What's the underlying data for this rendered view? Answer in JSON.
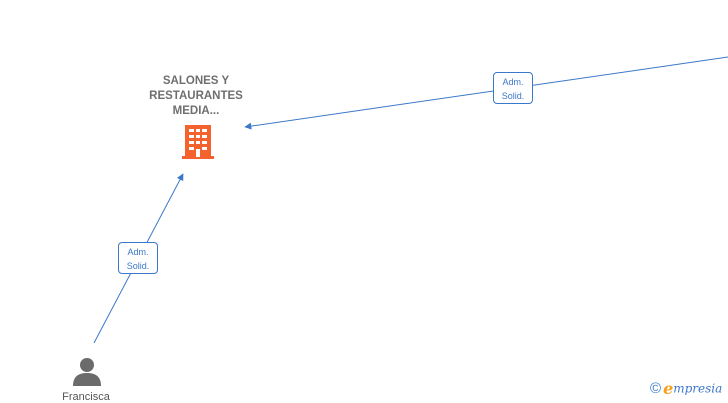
{
  "company": {
    "name": "SALONES Y RESTAURANTES MEDIA...",
    "name_lines": [
      "SALONES Y",
      "RESTAURANTES",
      "MEDIA..."
    ],
    "icon": "building-icon",
    "color": "#f4622e"
  },
  "person": {
    "name": "Francisca",
    "icon": "person-icon",
    "color": "#6b6b6b"
  },
  "relations": [
    {
      "from": "Francisca",
      "to": "SALONES Y RESTAURANTES MEDIA...",
      "line1": "Adm.",
      "line2": "Solid."
    },
    {
      "from": "offscreen-right",
      "to": "SALONES Y RESTAURANTES MEDIA...",
      "line1": "Adm.",
      "line2": "Solid."
    }
  ],
  "edge_color": "#3b78c9",
  "watermark": {
    "symbol": "©",
    "brand_initial": "e",
    "brand_rest": "mpresia"
  }
}
